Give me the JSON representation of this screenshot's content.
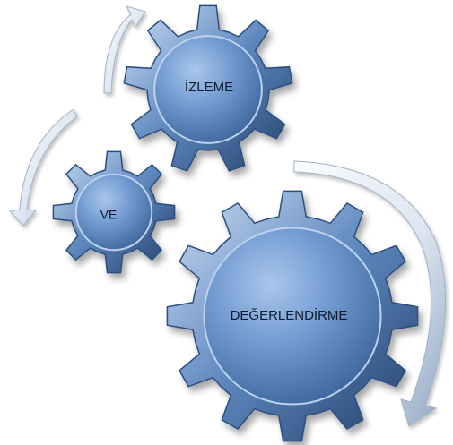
{
  "diagram": {
    "gears": [
      {
        "id": "izleme",
        "label": "İZLEME"
      },
      {
        "id": "ve",
        "label": "VE"
      },
      {
        "id": "degerlendirme",
        "label": "DEĞERLENDİRME"
      }
    ],
    "colors": {
      "gear_face": "#6f98cf",
      "gear_dark": "#2c4f80",
      "gear_light": "#bcd2ee",
      "arrow_light": "#eef2f8",
      "arrow_dark": "#8aa0bd"
    }
  }
}
